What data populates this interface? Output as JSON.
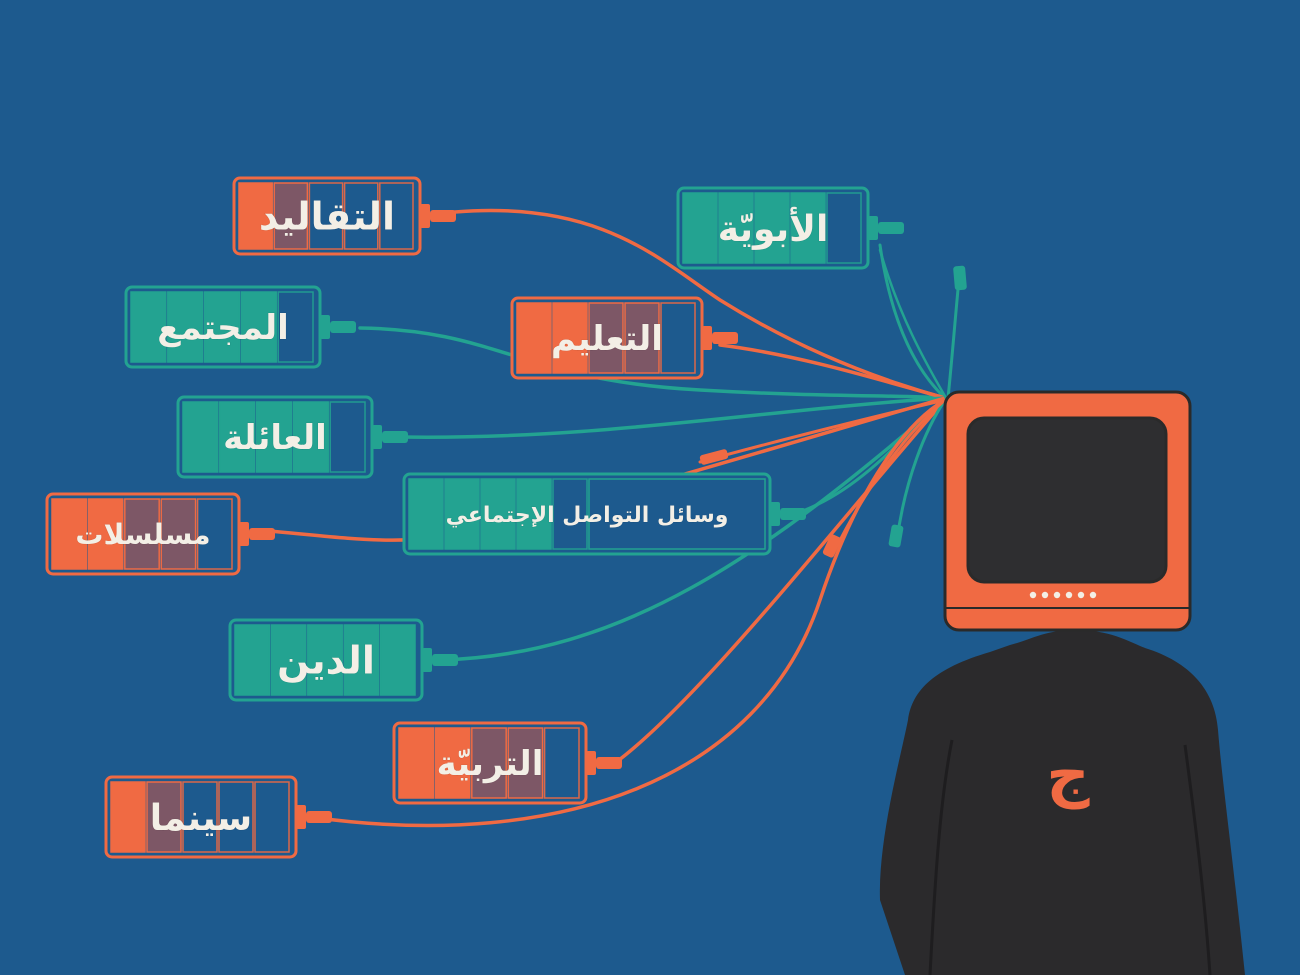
{
  "colors": {
    "background": "#1d5a8e",
    "orange": "#f06a43",
    "teal": "#23a391",
    "muted": "#7d5766",
    "dark": "#2a2a2a",
    "label": "#f3efe6"
  },
  "batteries": [
    {
      "id": "traditions",
      "label": "التقاليد",
      "color": "orange",
      "charge": "2 of 5"
    },
    {
      "id": "patriarchy",
      "label": "الأبويّة",
      "color": "teal",
      "charge": "4 of 5"
    },
    {
      "id": "society",
      "label": "المجتمع",
      "color": "teal",
      "charge": "4 of 5"
    },
    {
      "id": "education",
      "label": "التعليم",
      "color": "orange",
      "charge": "4 of 5"
    },
    {
      "id": "family",
      "label": "العائلة",
      "color": "teal",
      "charge": "4 of 5"
    },
    {
      "id": "social-media",
      "label": "وسائل التواصل الإجتماعي",
      "color": "teal",
      "charge": "4 of 5"
    },
    {
      "id": "series",
      "label": "مسلسلات",
      "color": "orange",
      "charge": "4 of 5"
    },
    {
      "id": "religion",
      "label": "الدين",
      "color": "teal",
      "charge": "5 of 5"
    },
    {
      "id": "upbringing",
      "label": "التربيّة",
      "color": "orange",
      "charge": "4 of 5"
    },
    {
      "id": "cinema",
      "label": "سينما",
      "color": "orange",
      "charge": "2 of 5"
    }
  ],
  "figure": {
    "head": "tv-head",
    "chest_logo": "ج"
  }
}
